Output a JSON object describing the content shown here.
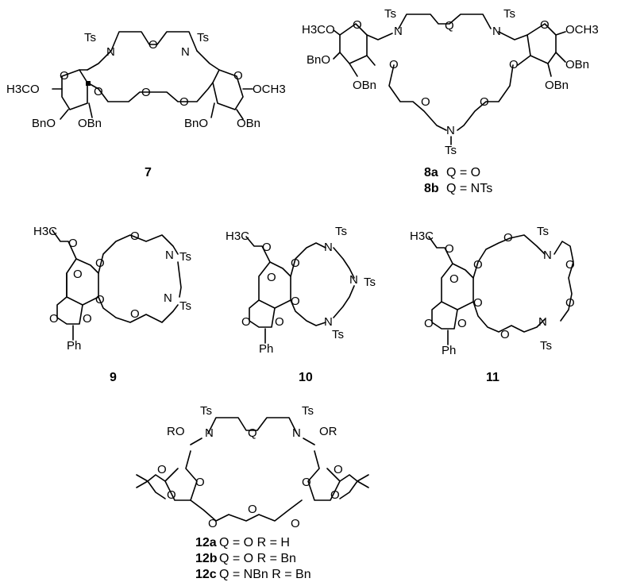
{
  "atoms": {
    "Ts": "Ts",
    "O": "O",
    "N": "N",
    "Q": "Q",
    "OCH3": "OCH3",
    "H3CO": "H3CO",
    "H3C": "H3C",
    "OBn": "OBn",
    "BnO": "BnO",
    "Ph": "Ph",
    "RO": "RO",
    "OR": "OR"
  },
  "compounds": {
    "c7": {
      "number": "7"
    },
    "c8a": {
      "number": "8a",
      "desc": "Q = O"
    },
    "c8b": {
      "number": "8b",
      "desc": "Q = NTs"
    },
    "c9": {
      "number": "9"
    },
    "c10": {
      "number": "10"
    },
    "c11": {
      "number": "11"
    },
    "c12a": {
      "number": "12a",
      "desc": "Q = O R = H"
    },
    "c12b": {
      "number": "12b",
      "desc": "Q = O R = Bn"
    },
    "c12c": {
      "number": "12c",
      "desc": "Q = NBn R = Bn"
    }
  }
}
